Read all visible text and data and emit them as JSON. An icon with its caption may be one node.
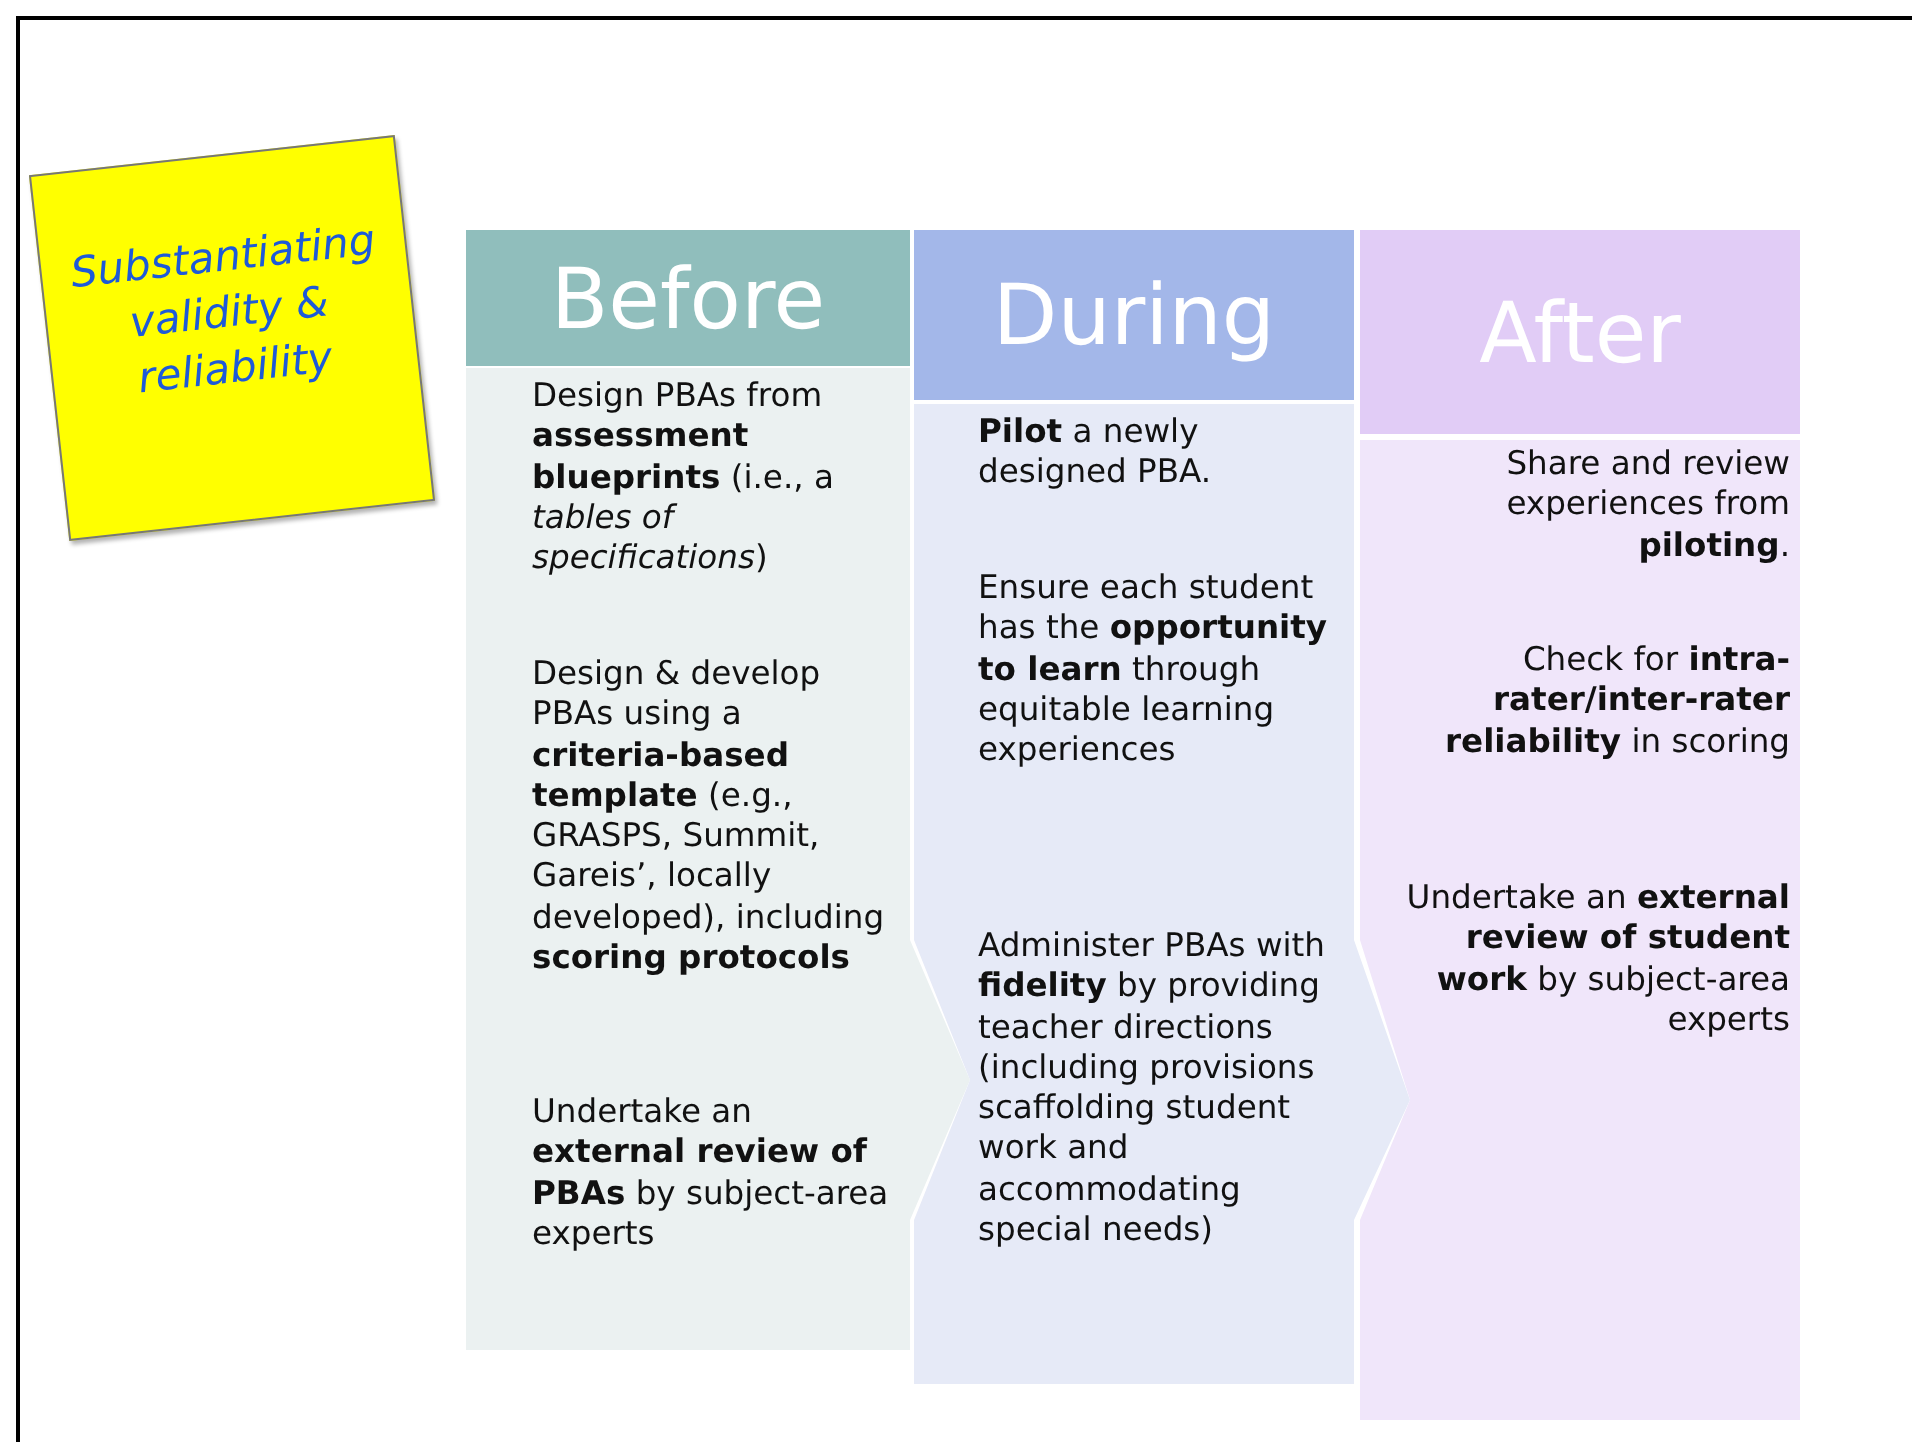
{
  "diagram": {
    "nodes": [
      {
        "text": [
          "Substantiating validity & reliability"
        ]
      },
      {
        "text": [
          "Before",
          "Design PBAs from **assessment blueprints** (i.e., a *tables of specifications*)",
          "Design & develop PBAs using a **criteria-based template** (e.g., GRASPS, Summit, Gareis’, locally developed), including **scoring protocols**",
          "Undertake an **external review of PBAs** by subject-area experts"
        ]
      },
      {
        "text": [
          "During",
          "**Pilot** a newly designed PBA.",
          "Ensure each student has the **opportunity to learn** through equitable learning experiences",
          "Administer PBAs with **fidelity** by providing teacher directions (including provisions scaffolding student work and accommodating special needs)"
        ]
      },
      {
        "text": [
          "After",
          "Share and review experiences from **piloting**.",
          "Check for **intra-rater/inter-rater reliability** in scoring",
          "Undertake an **external review of student work** by subject-area experts"
        ]
      }
    ]
  }
}
